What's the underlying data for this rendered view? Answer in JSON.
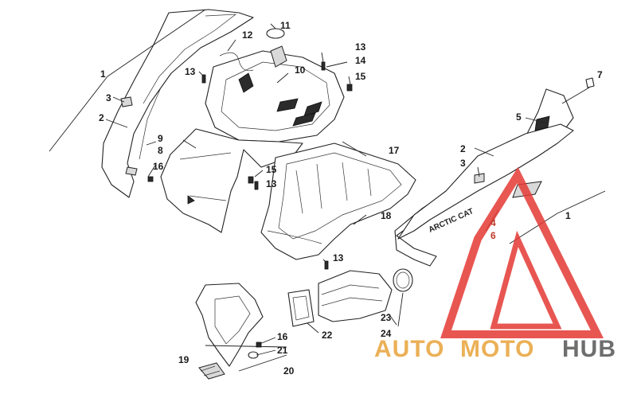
{
  "callouts": {
    "c1a": "1",
    "c1b": "1",
    "c2a": "2",
    "c2b": "2",
    "c3a": "3",
    "c3b": "3",
    "c4": "4",
    "c5": "5",
    "c6": "6",
    "c7": "7",
    "c8": "8",
    "c9": "9",
    "c10": "10",
    "c11": "11",
    "c12": "12",
    "c13a": "13",
    "c13b": "13",
    "c13c": "13",
    "c13d": "13",
    "c14": "14",
    "c15a": "15",
    "c15b": "15",
    "c16a": "16",
    "c16b": "16",
    "c17": "17",
    "c18": "18",
    "c19": "19",
    "c20": "20",
    "c21": "21",
    "c22": "22",
    "c23": "23",
    "c24": "24"
  },
  "decal_text": "ARCTIC CAT",
  "watermark": {
    "part1": "AUTO",
    "part2": "MOTO",
    "part3": "HUB",
    "color_primary": "#e8a33a",
    "color_secondary": "#555555",
    "triangle_color": "#e53935"
  }
}
